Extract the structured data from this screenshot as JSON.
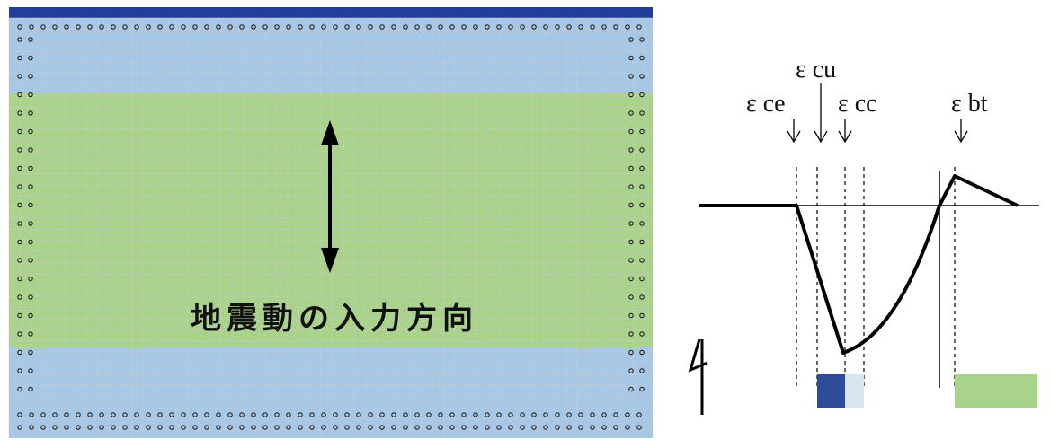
{
  "mesh_panel": {
    "label": "地震動の入力方向",
    "direction_symbol": "vertical-double-arrow",
    "colors": {
      "top_band": "#1f3f9a",
      "outer_zone": "#a7c7e7",
      "inner_zone": "#a9d28a",
      "grid_line": "#c9c9c9",
      "node": "#222222"
    }
  },
  "strain_panel": {
    "labels": {
      "cu": "ε cu",
      "ce": "ε ce",
      "cc": "ε cc",
      "bt": "ε bt"
    },
    "legend_colors": {
      "cover_concrete": "#2e4c99",
      "core_concrete": "#d8e6f2",
      "steel": "#a9d28a"
    }
  }
}
